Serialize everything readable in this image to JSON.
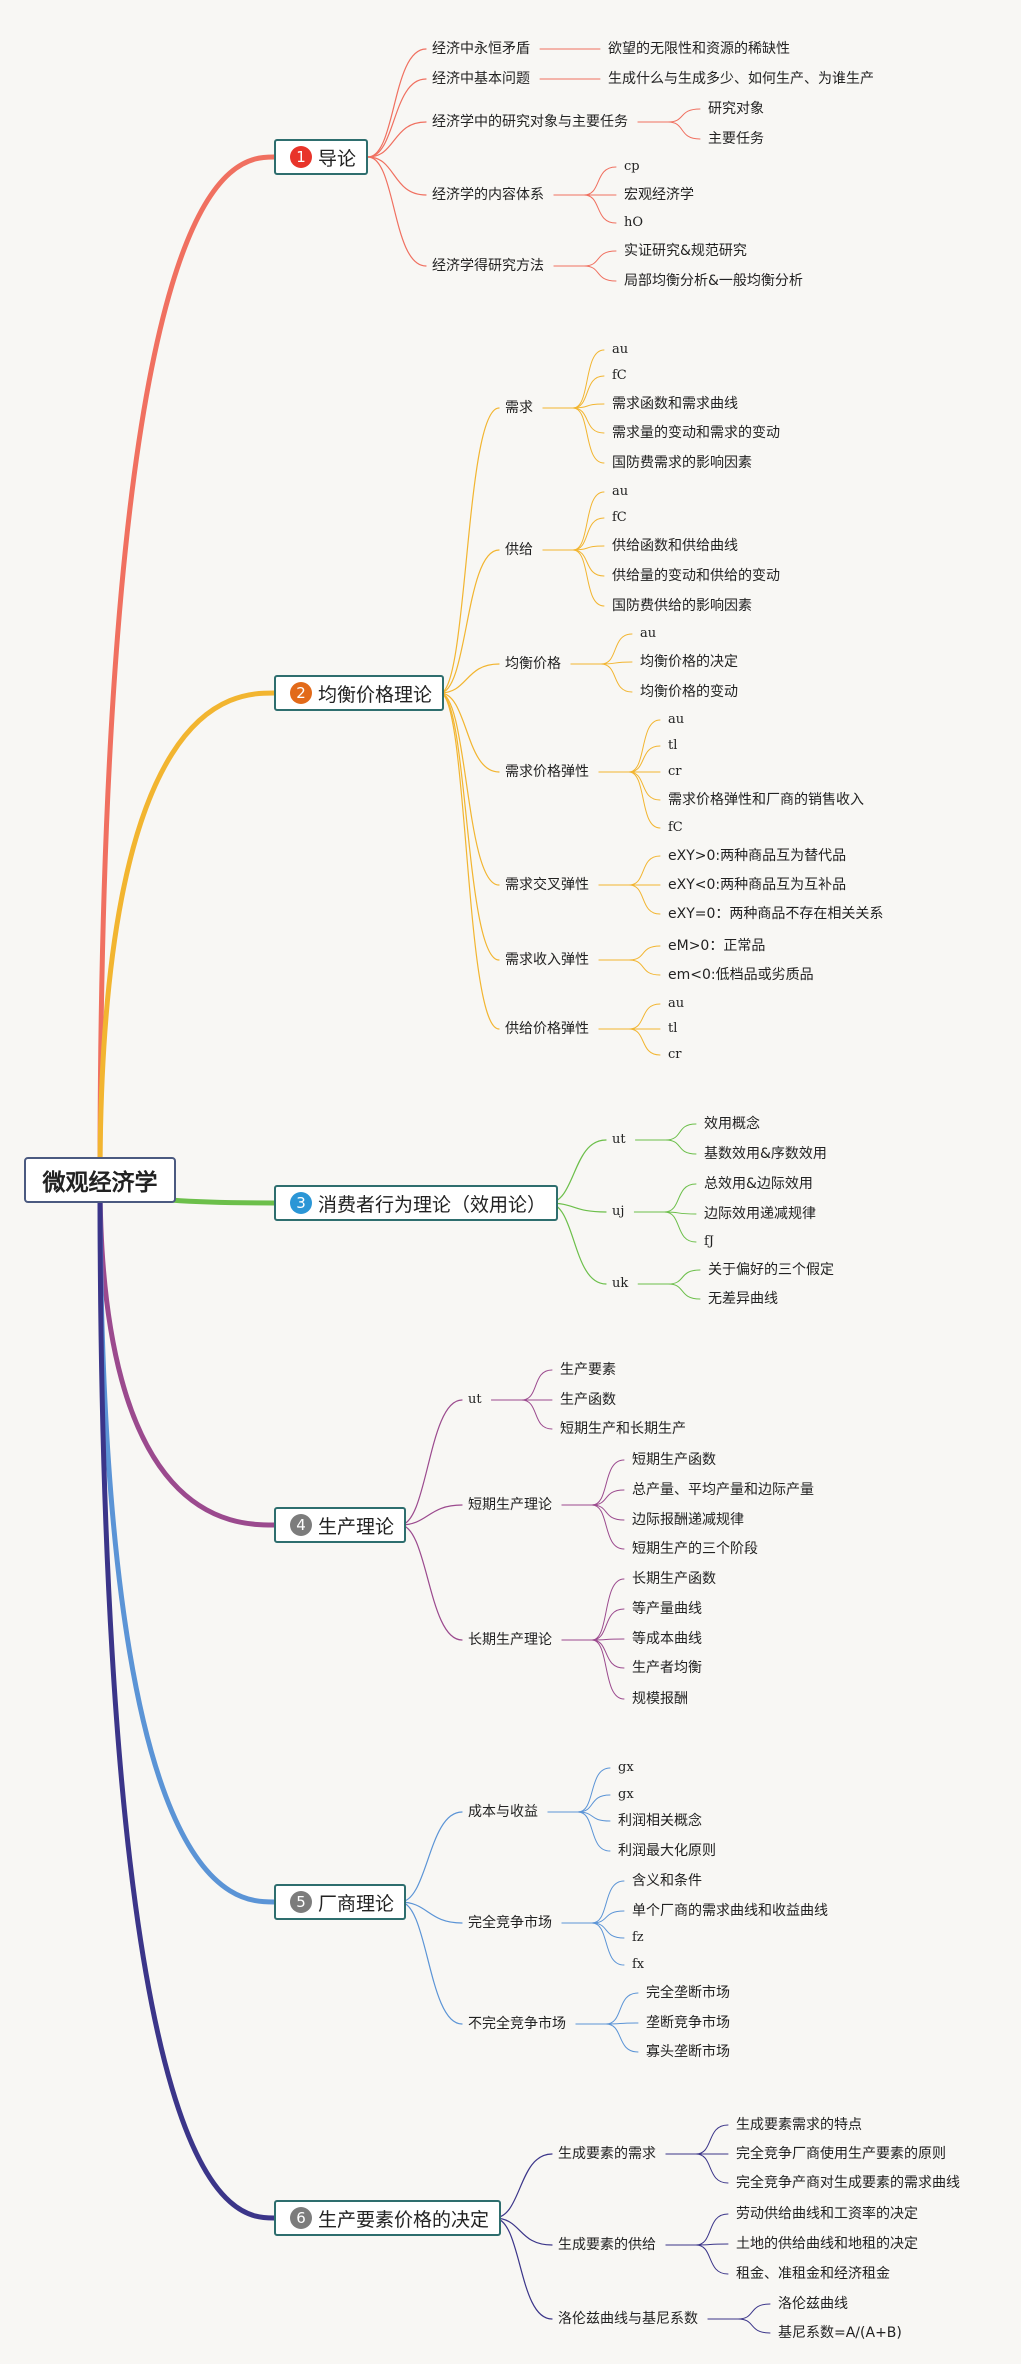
{
  "root": "微观经济学",
  "colors": {
    "s1": "#f07060",
    "s2": "#f2b530",
    "s3": "#6cbf4a",
    "s4": "#9b4a8e",
    "s5": "#5b94d6",
    "s6": "#3b3589",
    "n1": "#e8342a",
    "n2": "#e26a1a",
    "n3": "#2b96d6",
    "n4": "#7c7c7c",
    "n5": "#7c7c7c",
    "n6": "#7c7c7c"
  },
  "sections": [
    {
      "num": "1",
      "title": "导论",
      "color": "#f07060",
      "numColor": "#e8342a",
      "children": [
        {
          "label": "经济中永恒矛盾",
          "leaves": [
            "欲望的无限性和资源的稀缺性"
          ]
        },
        {
          "label": "经济中基本问题",
          "leaves": [
            "生成什么与生成多少、如何生产、为谁生产"
          ]
        },
        {
          "label": "经济学中的研究对象与主要任务",
          "leaves": [
            "研究对象",
            "主要任务"
          ]
        },
        {
          "label": "经济学的内容体系",
          "leaves": [
            "cp",
            "宏观经济学",
            "hO"
          ]
        },
        {
          "label": "经济学得研究方法",
          "leaves": [
            "实证研究&规范研究",
            "局部均衡分析&一般均衡分析"
          ]
        }
      ]
    },
    {
      "num": "2",
      "title": "均衡价格理论",
      "color": "#f2b530",
      "numColor": "#e26a1a",
      "children": [
        {
          "label": "需求",
          "leaves": [
            "au",
            "fC",
            "需求函数和需求曲线",
            "需求量的变动和需求的变动",
            "国防费需求的影响因素"
          ]
        },
        {
          "label": "供给",
          "leaves": [
            "au",
            "fC",
            "供给函数和供给曲线",
            "供给量的变动和供给的变动",
            "国防费供给的影响因素"
          ]
        },
        {
          "label": "均衡价格",
          "leaves": [
            "au",
            "均衡价格的决定",
            "均衡价格的变动"
          ]
        },
        {
          "label": "需求价格弹性",
          "leaves": [
            "au",
            "tl",
            "cr",
            "需求价格弹性和厂商的销售收入",
            "fC"
          ]
        },
        {
          "label": "需求交叉弹性",
          "leaves": [
            "eXY>0:两种商品互为替代品",
            "eXY<0:两种商品互为互补品",
            "eXY=0：两种商品不存在相关关系"
          ]
        },
        {
          "label": "需求收入弹性",
          "leaves": [
            "eM>0：正常品",
            "em<0:低档品或劣质品"
          ]
        },
        {
          "label": "供给价格弹性",
          "leaves": [
            "au",
            "tl",
            "cr"
          ]
        }
      ]
    },
    {
      "num": "3",
      "title": "消费者行为理论（效用论）",
      "color": "#6cbf4a",
      "numColor": "#2b96d6",
      "children": [
        {
          "label": "ut",
          "leaves": [
            "效用概念",
            "基数效用&序数效用"
          ]
        },
        {
          "label": "uj",
          "leaves": [
            "总效用&边际效用",
            "边际效用递减规律",
            "fJ"
          ]
        },
        {
          "label": "uk",
          "leaves": [
            "关于偏好的三个假定",
            "无差异曲线"
          ]
        }
      ]
    },
    {
      "num": "4",
      "title": "生产理论",
      "color": "#9b4a8e",
      "numColor": "#7c7c7c",
      "children": [
        {
          "label": "ut",
          "leaves": [
            "生产要素",
            "生产函数",
            "短期生产和长期生产"
          ]
        },
        {
          "label": "短期生产理论",
          "leaves": [
            "短期生产函数",
            "总产量、平均产量和边际产量",
            "边际报酬递减规律",
            "短期生产的三个阶段"
          ]
        },
        {
          "label": "长期生产理论",
          "leaves": [
            "长期生产函数",
            "等产量曲线",
            "等成本曲线",
            "生产者均衡",
            "规模报酬"
          ]
        }
      ]
    },
    {
      "num": "5",
      "title": "厂商理论",
      "color": "#5b94d6",
      "numColor": "#7c7c7c",
      "children": [
        {
          "label": "成本与收益",
          "leaves": [
            "gx",
            "gx",
            "利润相关概念",
            "利润最大化原则"
          ]
        },
        {
          "label": "完全竞争市场",
          "leaves": [
            "含义和条件",
            "单个厂商的需求曲线和收益曲线",
            "fz",
            "fx"
          ]
        },
        {
          "label": "不完全竞争市场",
          "leaves": [
            "完全垄断市场",
            "垄断竞争市场",
            "寡头垄断市场"
          ]
        }
      ]
    },
    {
      "num": "6",
      "title": "生产要素价格的决定",
      "color": "#3b3589",
      "numColor": "#7c7c7c",
      "children": [
        {
          "label": "生成要素的需求",
          "leaves": [
            "生成要素需求的特点",
            "完全竞争厂商使用生产要素的原则",
            "完全竞争产商对生成要素的需求曲线"
          ]
        },
        {
          "label": "生成要素的供给",
          "leaves": [
            "劳动供给曲线和工资率的决定",
            "土地的供给曲线和地租的决定",
            "租金、准租金和经济租金"
          ]
        },
        {
          "label": "洛伦兹曲线与基尼系数",
          "leaves": [
            "洛伦兹曲线",
            "基尼系数=A/(A+B)"
          ]
        }
      ]
    }
  ]
}
